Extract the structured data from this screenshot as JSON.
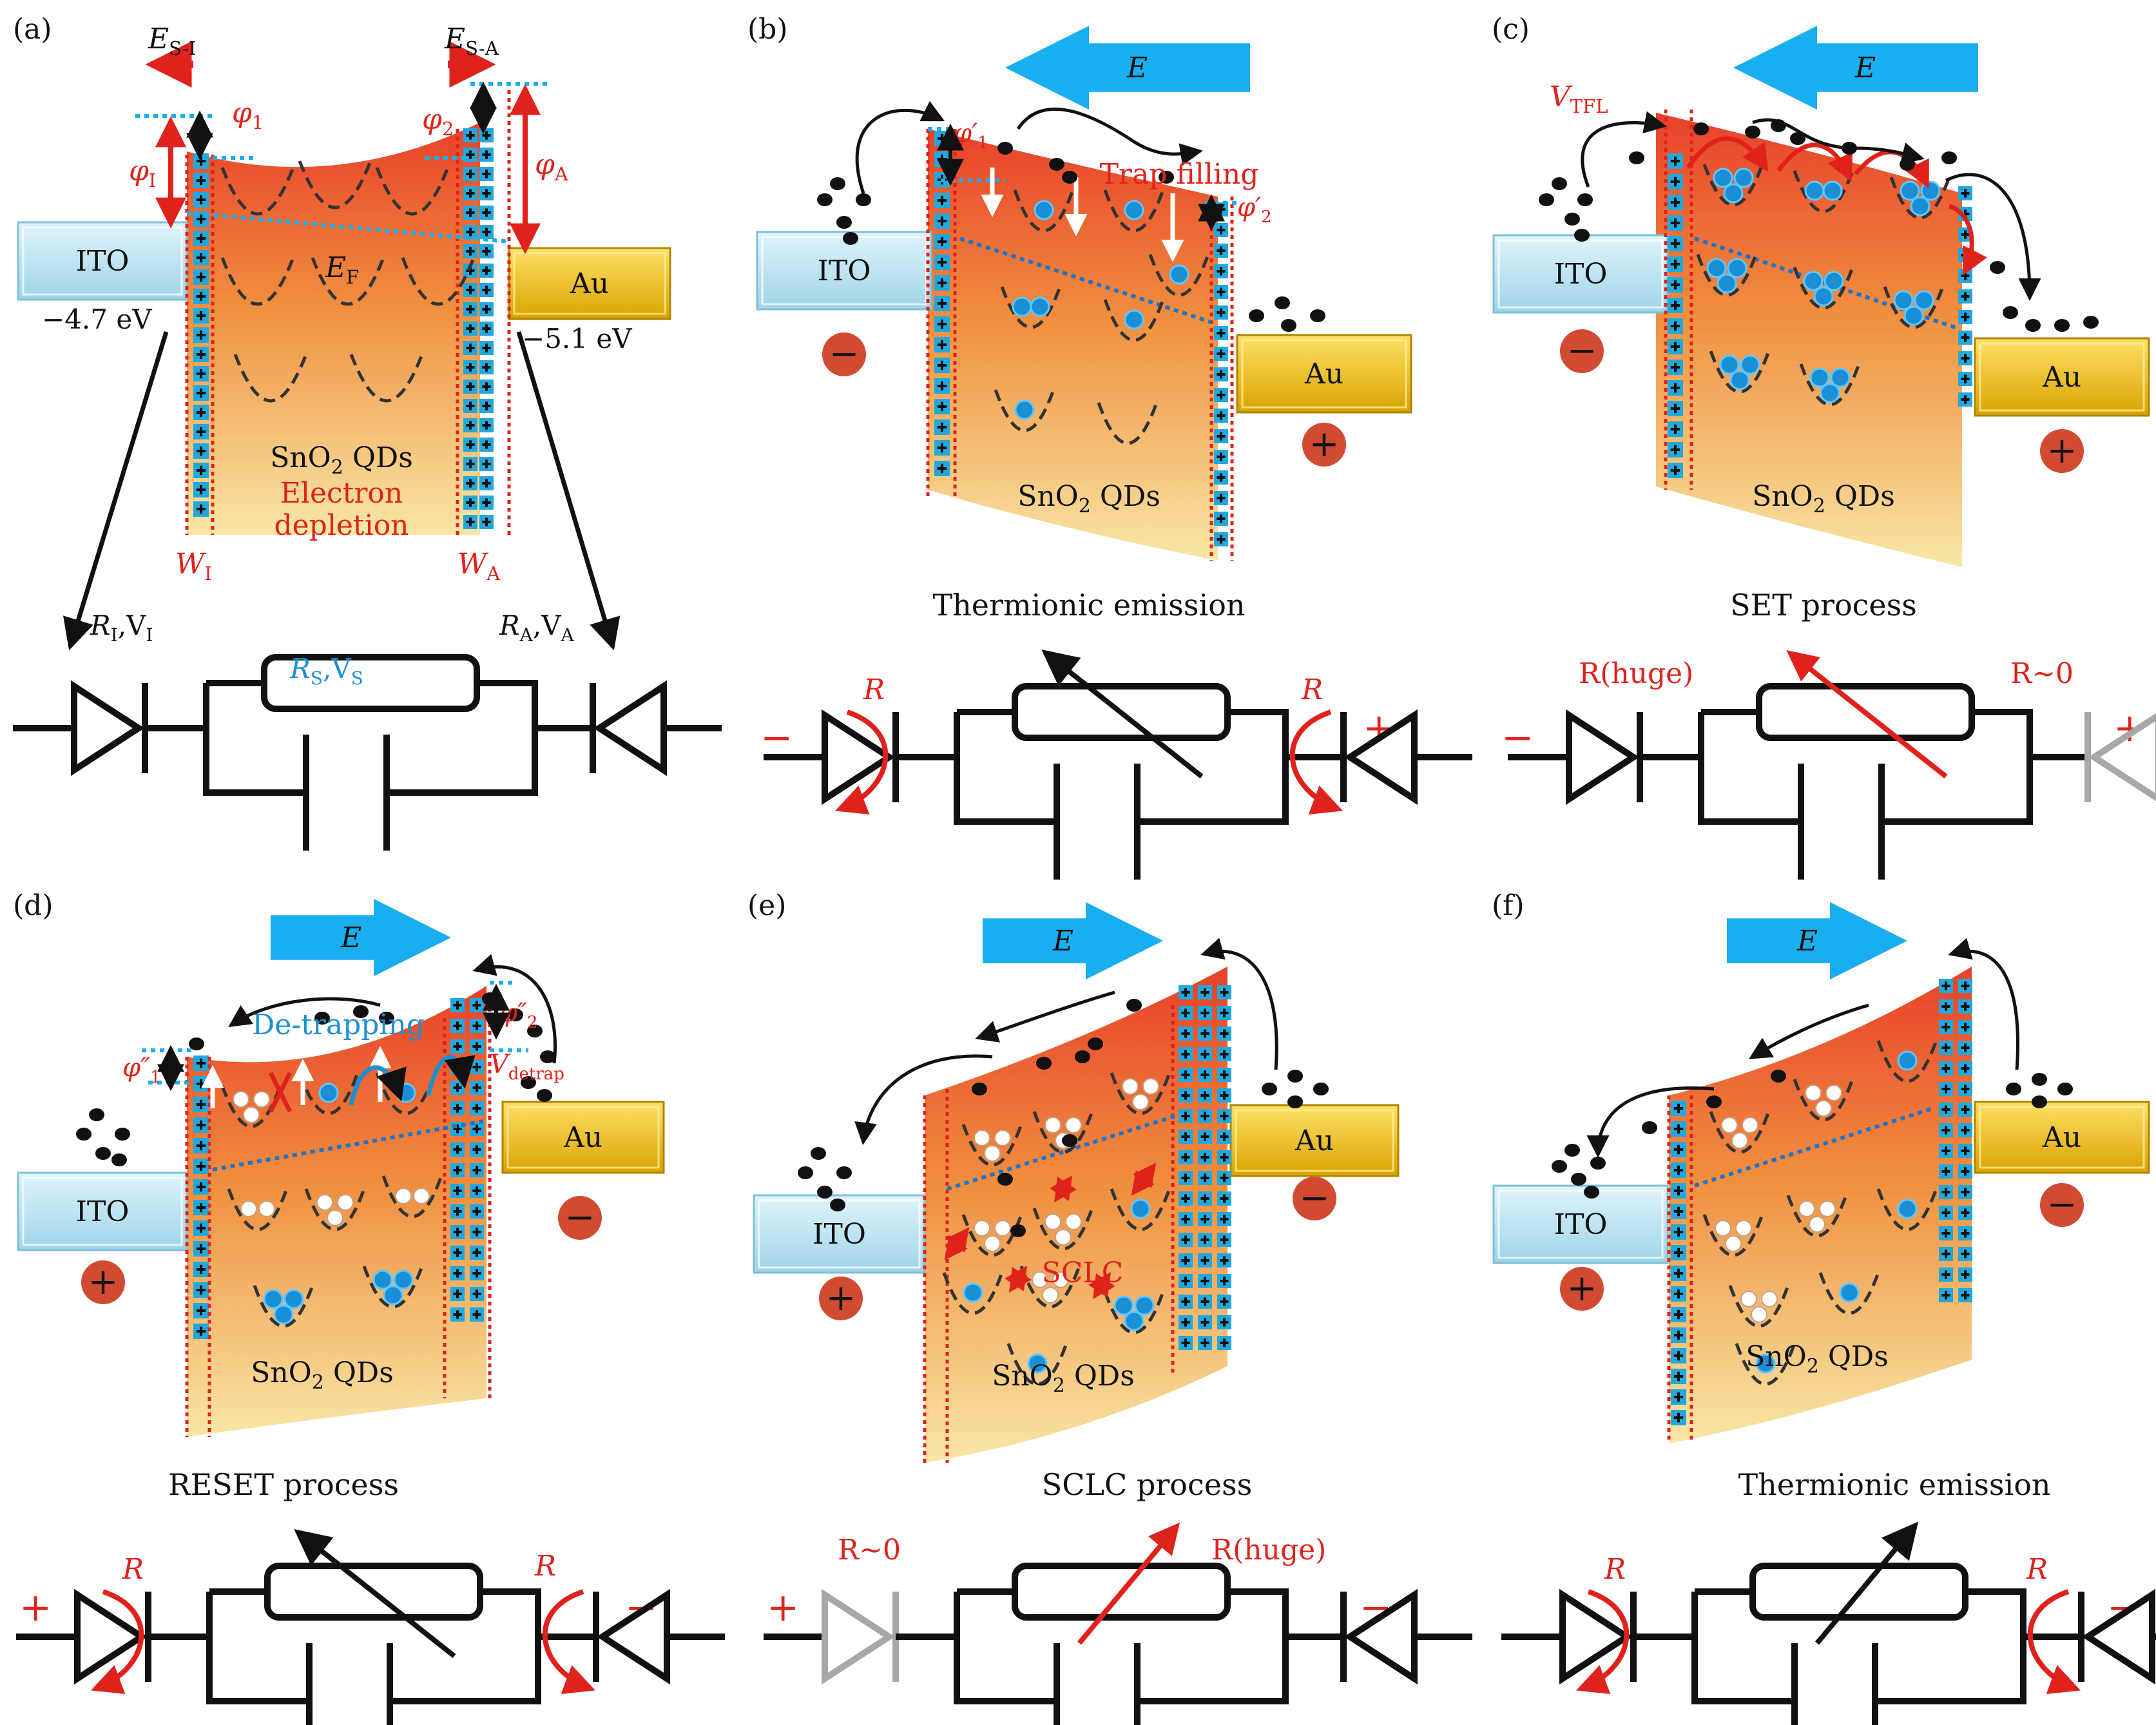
{
  "colors": {
    "field_arrow": "#19aef0",
    "barrier_line": "#e0221c",
    "plus_cell": "#23a8dc",
    "trap": "#333333",
    "qd_top": "#e8402a",
    "qd_bottom": "#f6d883",
    "ito": "#bfe6f3",
    "au": "#f1c21b",
    "fermi": "#1e74c8",
    "electron": "#111111",
    "greyed": "#a8a8a8"
  },
  "common": {
    "ito": "ITO",
    "au": "Au",
    "qd_base": "SnO",
    "qd_sub": "2",
    "qd_tail": " QDs",
    "field": "E",
    "plus": "+",
    "minus": "−",
    "R": "R"
  },
  "panels": {
    "a": {
      "letter": "(a)",
      "esi": "E",
      "esi_sub": "S-I",
      "esa": "E",
      "esa_sub": "S-A",
      "phi1": "φ",
      "phi1_sub": "1",
      "phi2": "φ",
      "phi2_sub": "2",
      "phiI": "φ",
      "phiI_sub": "I",
      "phiA": "φ",
      "phiA_sub": "A",
      "ef": "E",
      "ef_sub": "F",
      "ito_energy": "−4.7 eV",
      "au_energy": "−5.1 eV",
      "depletion1": "Electron",
      "depletion2": "depletion",
      "wi": "W",
      "wi_sub": "I",
      "wa": "W",
      "wa_sub": "A",
      "ri": "R",
      "ri_sub": "I",
      "vi": ",V",
      "vi_sub": "I",
      "ra": "R",
      "ra_sub": "A",
      "va": ",V",
      "va_sub": "A",
      "rs": "R",
      "rs_sub": "S",
      "vs": ",V",
      "vs_sub": "S"
    },
    "b": {
      "letter": "(b)",
      "trap_filling": "Trap filling",
      "phi1p": "φ′",
      "phi1p_sub": "1",
      "phi2p": "φ′",
      "phi2p_sub": "2",
      "caption": "Thermionic emission"
    },
    "c": {
      "letter": "(c)",
      "vtfl": "V",
      "vtfl_sub": "TFL",
      "caption": "SET process",
      "r_huge": "R(huge)",
      "r_zero": "R∼0"
    },
    "d": {
      "letter": "(d)",
      "detrapping": "De-trapping",
      "phi1pp": "φ″",
      "phi1pp_sub": "1",
      "phi2pp": "φ″",
      "phi2pp_sub": "2",
      "vdetrap": "V",
      "vdetrap_sub": "detrap",
      "caption": "RESET process"
    },
    "e": {
      "letter": "(e)",
      "sclc": "SCLC",
      "caption": "SCLC process",
      "r_zero": "R∼0",
      "r_huge": "R(huge)"
    },
    "f": {
      "letter": "(f)",
      "caption": "Thermionic emission"
    }
  }
}
